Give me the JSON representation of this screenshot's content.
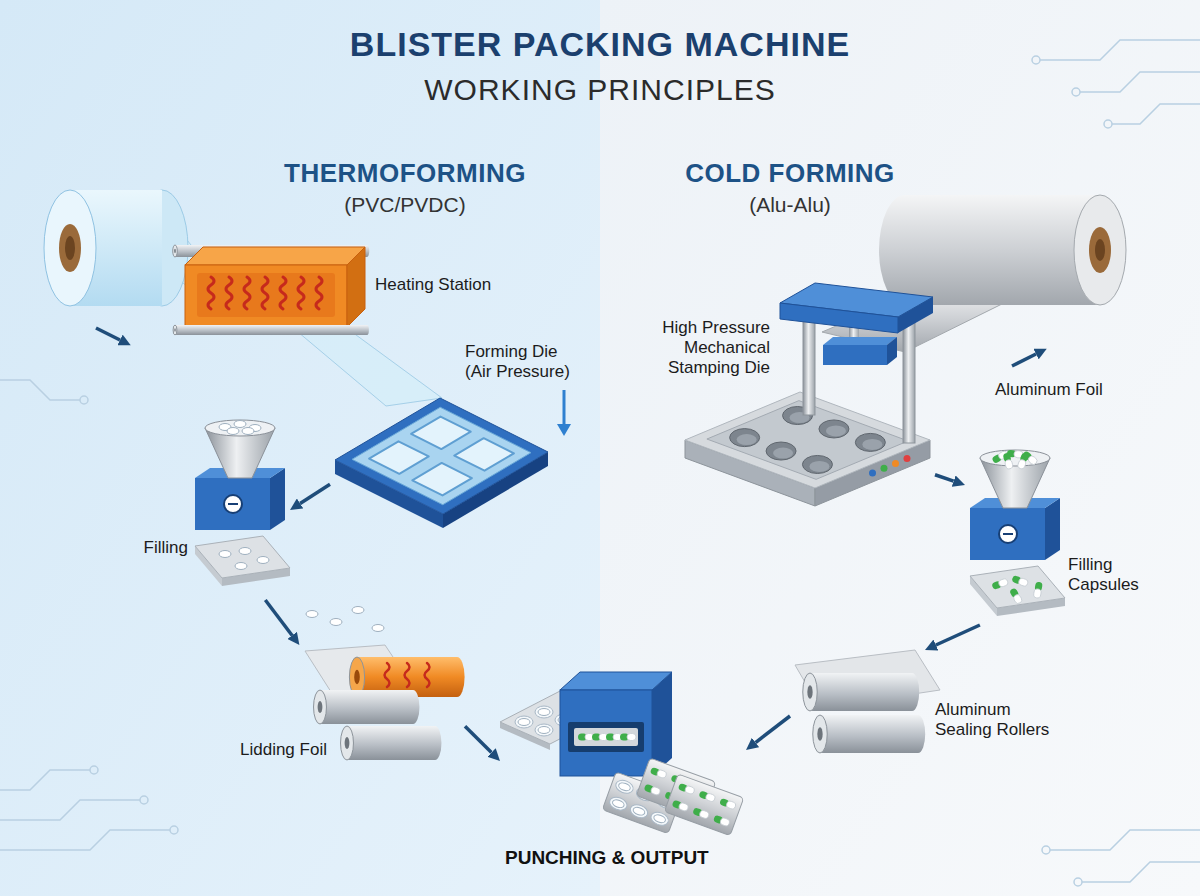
{
  "diagram": {
    "title": "BLISTER PACKING MACHINE",
    "nodes": [
      {
        "text": [
          "Heating Station"
        ]
      },
      {
        "text": [
          "Forming Die (Air Pressure)"
        ]
      },
      {
        "text": [
          "Filling"
        ]
      },
      {
        "text": [
          "Lidding Foil"
        ]
      },
      {
        "text": [
          "High Pressure Mechanical Stamping Die"
        ]
      },
      {
        "text": [
          "Filling Capsules"
        ]
      },
      {
        "text": [
          "Aluminum Sealing Rollers"
        ]
      },
      {
        "text": [
          "PUNCHING & OUTPUT"
        ]
      }
    ],
    "edges": [
      {
        "from": 1,
        "to": 2,
        "arrow": "to"
      },
      {
        "from": 2,
        "to": 3,
        "arrow": "to"
      },
      {
        "from": 3,
        "to": 7,
        "arrow": "to"
      },
      {
        "from": 4,
        "to": 5,
        "arrow": "to"
      },
      {
        "from": 5,
        "to": 6,
        "arrow": "to"
      },
      {
        "from": 6,
        "to": 7,
        "arrow": "to"
      }
    ],
    "labels": [
      "WORKING PRINCIPLES",
      "THERMOFORMING",
      "(PVC/PVDC)",
      "COLD FORMING",
      "(Alu-Alu)",
      "Aluminum Foil"
    ]
  }
}
